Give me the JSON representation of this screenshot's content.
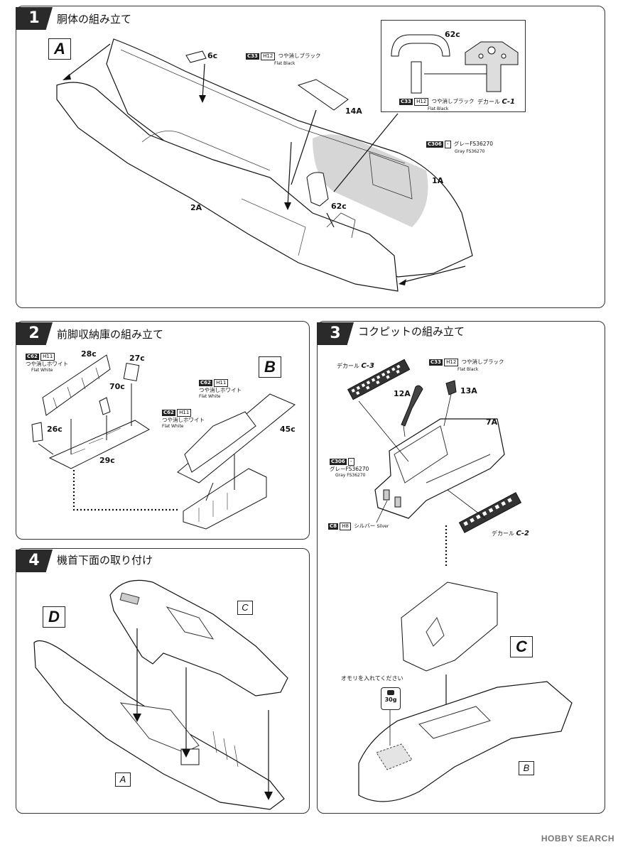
{
  "steps": [
    {
      "num": "1",
      "title": "胴体の組み立て"
    },
    {
      "num": "2",
      "title": "前脚収納庫の組み立て"
    },
    {
      "num": "3",
      "title": "コクピットの組み立て"
    },
    {
      "num": "4",
      "title": "機首下面の取り付け"
    }
  ],
  "step1": {
    "letter": "A",
    "parts": {
      "p6c": "6c",
      "p14a": "14A",
      "p62c": "62c",
      "p62c_b": "62c",
      "p1a": "1A",
      "p2a": "2A"
    },
    "paint_black": {
      "c": "C33",
      "h": "H12",
      "ja": "つや消しブラック",
      "en": "Flat Black"
    },
    "paint_black2": {
      "c": "C33",
      "h": "H12",
      "ja": "つや消しブラック",
      "en": "Flat Black"
    },
    "paint_gray": {
      "c": "C306",
      "h": "-",
      "ja": "グレーFS36270",
      "en": "Gray FS36270"
    },
    "decal": {
      "prefix": "デカール",
      "code": "C-1"
    }
  },
  "step2": {
    "letter": "B",
    "parts": {
      "p28c": "28c",
      "p27c": "27c",
      "p70c": "70c",
      "p26c": "26c",
      "p29c": "29c",
      "p45c": "45c"
    },
    "paint_white1": {
      "c": "C62",
      "h": "H11",
      "ja": "つや消しホワイト",
      "en": "Flat White"
    },
    "paint_white2": {
      "c": "C62",
      "h": "H11",
      "ja": "つや消しホワイト",
      "en": "Flat White"
    },
    "paint_white3": {
      "c": "C62",
      "h": "H11",
      "ja": "つや消しホワイト",
      "en": "Flat White"
    }
  },
  "step3": {
    "letter": "C",
    "parts": {
      "p12a": "12A",
      "p13a": "13A",
      "p7a": "7A",
      "pB": "B"
    },
    "paint_black": {
      "c": "C33",
      "h": "H12",
      "ja": "つや消しブラック",
      "en": "Flat Black"
    },
    "paint_gray": {
      "c": "C306",
      "h": "-",
      "ja": "グレーFS36270",
      "en": "Gray FS36270"
    },
    "paint_silver": {
      "c": "C8",
      "h": "H8",
      "ja": "シルバー",
      "en": "Silver"
    },
    "decal_c3": {
      "prefix": "デカール",
      "code": "C-3"
    },
    "decal_c2": {
      "prefix": "デカール",
      "code": "C-2"
    },
    "weight_note": "オモリを入れてください",
    "weight": "30g"
  },
  "step4": {
    "letter": "D",
    "sub_c": "C",
    "sub_a": "A"
  },
  "watermark": "HOBBY SEARCH",
  "colors": {
    "gray_fill": "#d6d6d6",
    "panel_border": "#333333",
    "step_badge": "#2a2a2a"
  }
}
